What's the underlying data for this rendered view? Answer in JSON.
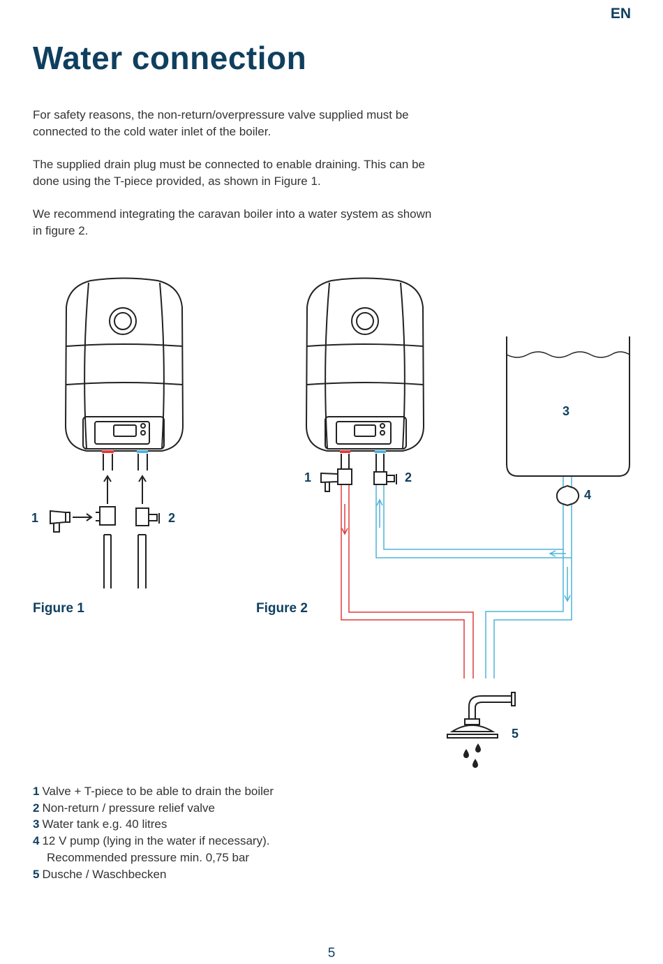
{
  "header": {
    "language": "EN"
  },
  "title": "Water connection",
  "paragraphs": [
    "For safety reasons, the non-return/overpressure valve supplied must be connected to the cold water inlet of the boiler.",
    "The supplied drain plug must be connected to enable draining. This can be done using the T-piece provided, as shown in Figure 1.",
    "We recommend integrating the caravan boiler into a water system as shown in figure 2."
  ],
  "figures": {
    "figure1": {
      "caption": "Figure 1",
      "callouts": [
        "1",
        "2"
      ]
    },
    "figure2": {
      "caption": "Figure 2",
      "callouts": [
        "1",
        "2",
        "3",
        "4",
        "5"
      ]
    }
  },
  "colors": {
    "hot": "#e03a3a",
    "cold": "#4fb3d9",
    "accent": "#0f3f5f",
    "outline": "#222222"
  },
  "legend": [
    {
      "num": "1",
      "text": "Valve + T-piece to be able to drain the boiler"
    },
    {
      "num": "2",
      "text": "Non-return / pressure relief valve"
    },
    {
      "num": "3",
      "text": "Water tank e.g. 40 litres"
    },
    {
      "num": "4",
      "text": "12 V pump (lying in the water if necessary).",
      "sub": "Recommended pressure min. 0,75 bar"
    },
    {
      "num": "5",
      "text": "Dusche / Waschbecken"
    }
  ],
  "footer": {
    "page_number": "5"
  }
}
